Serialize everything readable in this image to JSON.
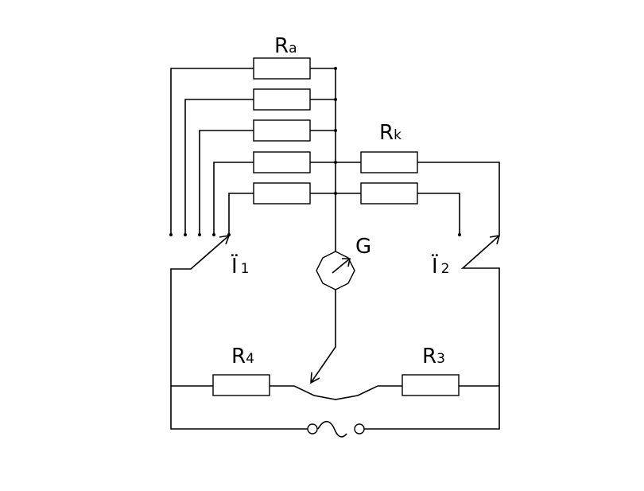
{
  "labels": {
    "ra": {
      "main": "R",
      "sub": "a"
    },
    "rk": {
      "main": "R",
      "sub": "k"
    },
    "r4": {
      "main": "R",
      "sub": "4"
    },
    "r3": {
      "main": "R",
      "sub": "3"
    },
    "g": "G",
    "p1": {
      "main": "Ï",
      "sub": "1"
    },
    "p2": {
      "main": "Ï",
      "sub": "2"
    }
  },
  "symbols": {
    "galvanometer": "galvanometer-icon",
    "ac_source": "ac-source-icon"
  }
}
